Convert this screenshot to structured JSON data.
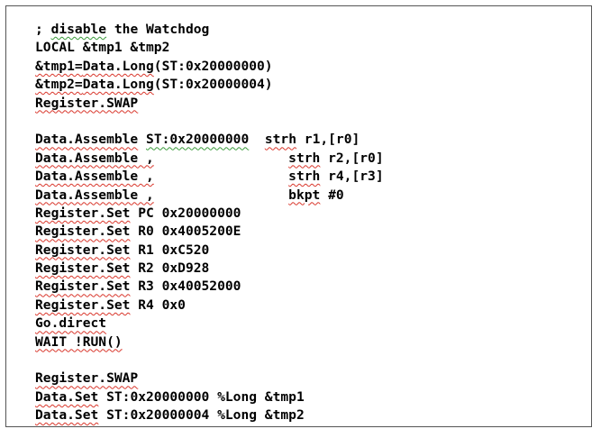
{
  "code": {
    "lines": [
      {
        "parts": [
          {
            "t": "; "
          },
          {
            "t": "disable",
            "sq": "green"
          },
          {
            "t": " the Watchdog"
          }
        ]
      },
      {
        "parts": [
          {
            "t": "LOCAL &tmp1 &tmp2"
          }
        ]
      },
      {
        "parts": [
          {
            "t": "&tmp1=",
            "sq": "red"
          },
          {
            "t": "Data.Long",
            "sq": "red"
          },
          {
            "t": "(ST:0x20000000)"
          }
        ]
      },
      {
        "parts": [
          {
            "t": "&tmp2=",
            "sq": "red"
          },
          {
            "t": "Data.Long",
            "sq": "red"
          },
          {
            "t": "(ST:0x20000004)"
          }
        ]
      },
      {
        "parts": [
          {
            "t": "Register.SWAP",
            "sq": "red"
          }
        ]
      },
      {
        "blank": true
      },
      {
        "parts": [
          {
            "t": "Data.Assemble",
            "sq": "red"
          },
          {
            "t": " "
          },
          {
            "t": "ST:0x20000000",
            "sq": "green"
          },
          {
            "t": "  "
          },
          {
            "t": "strh",
            "sq": "red"
          },
          {
            "t": " r1,[r0]"
          }
        ]
      },
      {
        "parts": [
          {
            "t": "Data.Assemble ,",
            "sq": "red"
          },
          {
            "t": "                 "
          },
          {
            "t": "strh",
            "sq": "red"
          },
          {
            "t": " r2,[r0]"
          }
        ]
      },
      {
        "parts": [
          {
            "t": "Data.Assemble ,",
            "sq": "red"
          },
          {
            "t": "                 "
          },
          {
            "t": "strh",
            "sq": "red"
          },
          {
            "t": " r4,[r3]"
          }
        ]
      },
      {
        "parts": [
          {
            "t": "Data.Assemble ,",
            "sq": "red"
          },
          {
            "t": "                 "
          },
          {
            "t": "bkpt",
            "sq": "red"
          },
          {
            "t": " #0"
          }
        ]
      },
      {
        "parts": [
          {
            "t": "Register.Set",
            "sq": "red"
          },
          {
            "t": " PC 0x20000000"
          }
        ]
      },
      {
        "parts": [
          {
            "t": "Register.Set",
            "sq": "red"
          },
          {
            "t": " R0 0x4005200E"
          }
        ]
      },
      {
        "parts": [
          {
            "t": "Register.Set",
            "sq": "red"
          },
          {
            "t": " R1 0xC520"
          }
        ]
      },
      {
        "parts": [
          {
            "t": "Register.Set",
            "sq": "red"
          },
          {
            "t": " R2 0xD928"
          }
        ]
      },
      {
        "parts": [
          {
            "t": "Register.Set",
            "sq": "red"
          },
          {
            "t": " R3 0x40052000"
          }
        ]
      },
      {
        "parts": [
          {
            "t": "Register.Set",
            "sq": "red"
          },
          {
            "t": " R4 0x0"
          }
        ]
      },
      {
        "parts": [
          {
            "t": "Go.direct",
            "sq": "red"
          }
        ]
      },
      {
        "parts": [
          {
            "t": "WAIT !RUN()",
            "sq": "red"
          }
        ]
      },
      {
        "blank": true
      },
      {
        "parts": [
          {
            "t": "Register.SWAP",
            "sq": "red"
          }
        ]
      },
      {
        "parts": [
          {
            "t": "Data.Set",
            "sq": "red"
          },
          {
            "t": " ST:0x20000000 %Long &tmp1"
          }
        ]
      },
      {
        "parts": [
          {
            "t": "Data.Set",
            "sq": "red"
          },
          {
            "t": " ST:0x20000004 %Long &tmp2"
          }
        ]
      }
    ]
  },
  "colors": {
    "squiggle_red": "#d9362b",
    "squiggle_green": "#3a9a3a"
  }
}
